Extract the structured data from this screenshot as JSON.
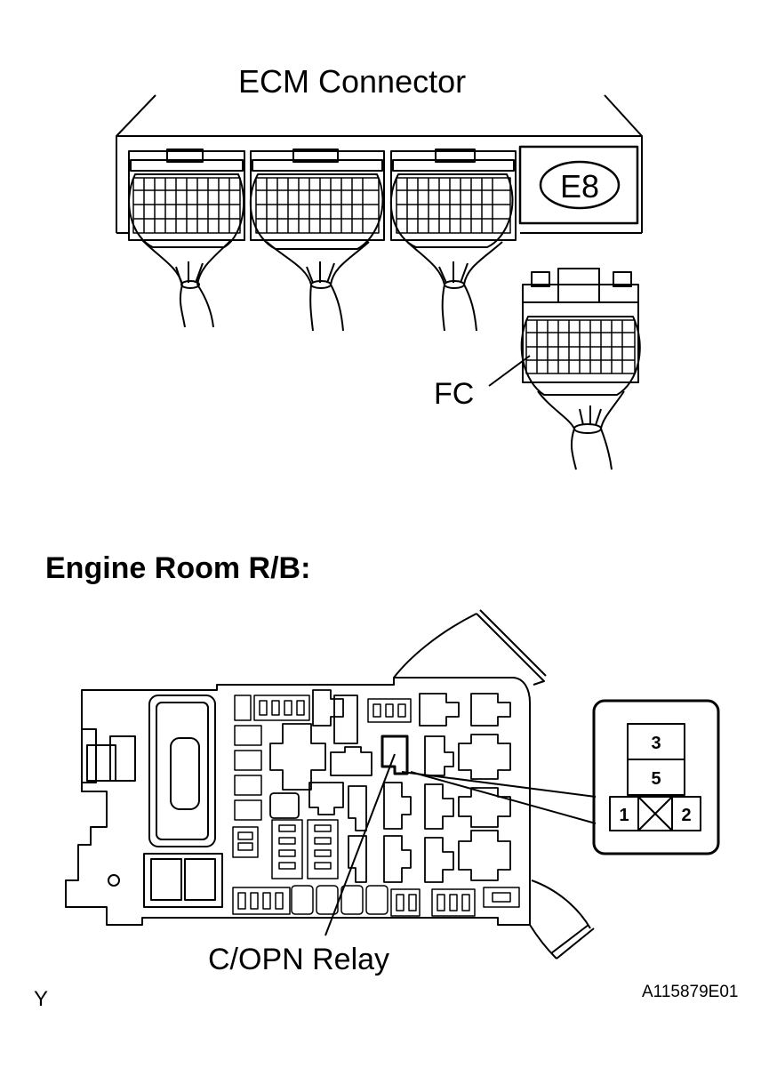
{
  "ecm": {
    "title": "ECM Connector",
    "connector_code": "E8",
    "fc_label": "FC"
  },
  "relay_block": {
    "title": "Engine Room R/B:",
    "relay_label": "C/OPN Relay",
    "terminals": [
      "3",
      "5",
      "1",
      "2"
    ]
  },
  "footer": {
    "mark": "Y",
    "figure_id": "A115879E01"
  }
}
